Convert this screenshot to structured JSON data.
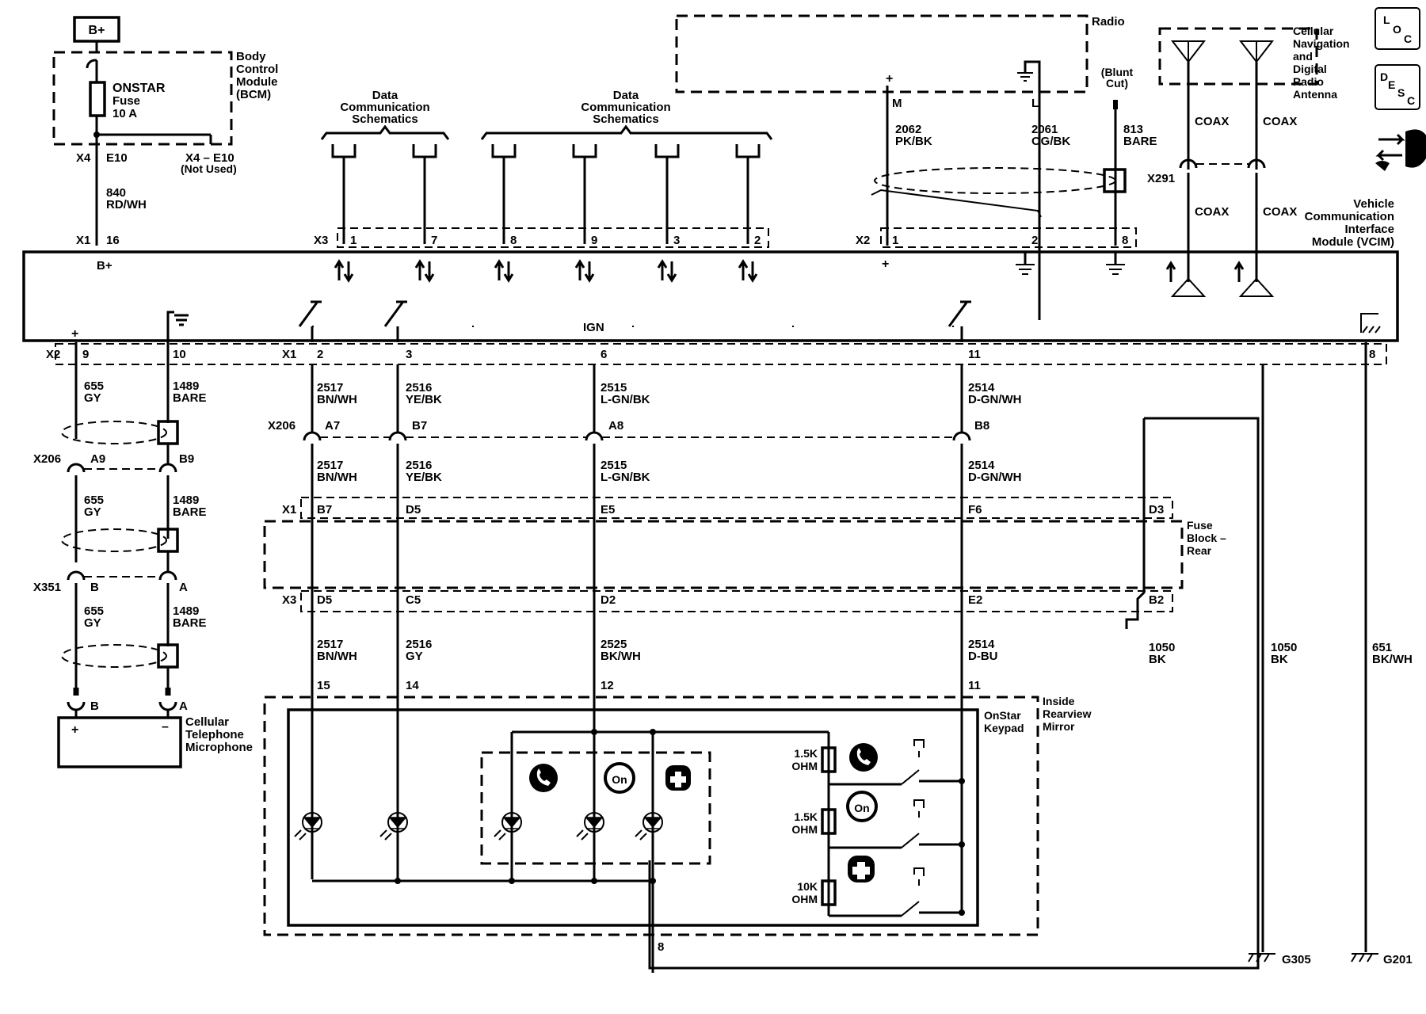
{
  "top_left": {
    "bplus_box": "B+",
    "bcm_title": [
      "Body",
      "Control",
      "Module",
      "(BCM)"
    ],
    "fuse": [
      "ONSTAR",
      "Fuse",
      "10 A"
    ],
    "x4": "X4",
    "e10": "E10",
    "x4e10": "X4 – E10",
    "not_used": "(Not Used)",
    "wire_840": [
      "840",
      "RD/WH"
    ],
    "x1": "X1",
    "pin16": "16",
    "bplus_pin": "B+"
  },
  "data_comm": {
    "label": [
      "Data",
      "Communication",
      "Schematics"
    ],
    "x3": "X3",
    "pins": [
      "1",
      "7",
      "8",
      "9",
      "3",
      "2"
    ]
  },
  "radio": {
    "label": "Radio",
    "plus": "+",
    "m": "M",
    "l": "L",
    "blunt_cut": [
      "(Blunt",
      "Cut)"
    ],
    "w2062": [
      "2062",
      "PK/BK"
    ],
    "w2061": [
      "2061",
      "OG/BK"
    ],
    "w813": [
      "813",
      "BARE"
    ],
    "x2": "X2",
    "pins": [
      "1",
      "2",
      "8"
    ],
    "plus_bottom": "+"
  },
  "antenna": {
    "label": [
      "Cellular",
      "Navigation",
      "and",
      "Digital",
      "Radio",
      "Antenna"
    ],
    "coax": "COAX",
    "x291": "X291"
  },
  "vcim": {
    "label": [
      "Vehicle",
      "Communication",
      "Interface",
      "Module (VCIM)"
    ],
    "ign": "IGN",
    "plus": "+"
  },
  "icons": {
    "loc": [
      "L",
      "O",
      "C"
    ],
    "desc": [
      "D",
      "E",
      "S",
      "C"
    ]
  },
  "lower_left": {
    "x2": "X2",
    "pin9": "9",
    "pin10": "10",
    "w655": [
      "655",
      "GY"
    ],
    "w1489": [
      "1489",
      "BARE"
    ],
    "x206": "X206",
    "a9": "A9",
    "b9": "B9",
    "x351": "X351",
    "b": "B",
    "a": "A",
    "mic": [
      "Cellular",
      "Telephone",
      "Microphone"
    ],
    "plus": "+",
    "minus": "–"
  },
  "ign_section": {
    "x1": "X1",
    "pins": [
      "2",
      "3",
      "6",
      "11"
    ],
    "pin8": "8",
    "wires_top": [
      [
        "2517",
        "BN/WH"
      ],
      [
        "2516",
        "YE/BK"
      ],
      [
        "2515",
        "L-GN/BK"
      ],
      [
        "2514",
        "D-GN/WH"
      ]
    ],
    "x206": "X206",
    "x206_pins": [
      "A7",
      "B7",
      "A8",
      "B8"
    ],
    "wires_mid": [
      [
        "2517",
        "BN/WH"
      ],
      [
        "2516",
        "YE/BK"
      ],
      [
        "2515",
        "L-GN/BK"
      ],
      [
        "2514",
        "D-GN/WH"
      ]
    ]
  },
  "fuse_block": {
    "label": [
      "Fuse",
      "Block –",
      "Rear"
    ],
    "x1": "X1",
    "x1_pins": [
      "B7",
      "D5",
      "E5",
      "F6",
      "D3"
    ],
    "x3": "X3",
    "x3_pins": [
      "D5",
      "C5",
      "D2",
      "E2",
      "B2"
    ]
  },
  "lower_wires": [
    [
      "2517",
      "BN/WH"
    ],
    [
      "2516",
      "GY"
    ],
    [
      "2525",
      "BK/WH"
    ],
    [
      "2514",
      "D-BU"
    ]
  ],
  "ground_wires": {
    "w1050a": [
      "1050",
      "BK"
    ],
    "w1050b": [
      "1050",
      "BK"
    ],
    "w651": [
      "651",
      "BK/WH"
    ],
    "g305": "G305",
    "g201": "G201"
  },
  "mirror": {
    "pins": [
      "15",
      "14",
      "12",
      "11"
    ],
    "keypad": [
      "OnStar",
      "Keypad"
    ],
    "inside": [
      "Inside",
      "Rearview",
      "Mirror"
    ],
    "r1": [
      "1.5K",
      "OHM"
    ],
    "r2": [
      "1.5K",
      "OHM"
    ],
    "r3": [
      "10K",
      "OHM"
    ],
    "pin8": "8"
  }
}
